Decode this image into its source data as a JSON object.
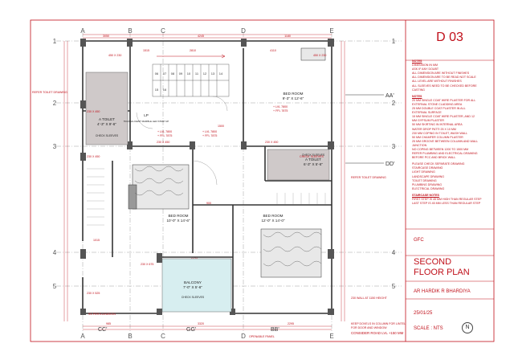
{
  "sheet": {
    "number": "D 03",
    "notes_title": "NOTES",
    "notes1": [
      "DIMENSION IN MM",
      "ASK IF ANY DOUBT",
      "ALL DIMENSION ARE WITHOUT FINISHES",
      "ALL DIMENSION ARE TO BE READ NOT SCALE",
      "ALL LEVEL ARE WITHOUT FINISHES",
      "ALL SLEEVES NEED TO BE CHECKED BEFORE",
      "CASTING"
    ],
    "notes2_title": "NOTES",
    "notes2": [
      "20 MM SINGLE COAT WIRE PLASTER FOR ALL",
      "EXTERNAL STONE CLADDING AREA",
      "25 MM DOUBLE COAT PLASTER IN ALL",
      "EXTERNAL SURFACE",
      "15 MM SINGLE COAT WIRE PLASTER, AND 12",
      "MM GYPSUM PLASTER",
      "50 MM SKIRTING IN INTERNAL AREA",
      "WATER DROP PATTI 25 X 10 MM",
      "230 MM COPING IN TOILET, WASH WALL",
      "50 MM CHAMFER COLUMN PLASTER",
      "25 MM GROOVE BETWEEN COLUMN AND WALL",
      "JUNCTION",
      "NO COPING BETWEEN 1200 TO 1500 MM",
      "REFER PLUMBING AND ELECTRICAL DRAWING",
      "BEFORE PCC AND BRICK WALL"
    ],
    "refer_list": [
      "PLEASE CHECK SEPARATE DRAWING",
      "STAIRCASE DRAWING",
      "LIGHT DRAWING",
      "LANDSCAPE DRAWING",
      "TOILET DRAWING",
      "PLUMBING DRAWING",
      "ELECTRICAL DRAWING"
    ],
    "stair_notes_title": "STAIRCASE NOTES",
    "stair_notes": [
      "FIRST STEP IS 45 MM HIGH THAN REGULAR STEP",
      "LAST STEP IS 45 MM LESS THAN REGULAR STEP"
    ],
    "gfc": "GFC",
    "title_line1": "SECOND",
    "title_line2": "FLOOR PLAN",
    "architect": "AR HARDIK R BHARDIYA",
    "date": "25/01/25",
    "scale": "SCALE : NTS",
    "north": "N"
  },
  "grid": {
    "cols_top": [
      "A",
      "B",
      "C",
      "D",
      "E"
    ],
    "cols_bottom": [
      "A",
      "B",
      "C",
      "D",
      "E"
    ],
    "rows_left": [
      "1",
      "2",
      "3",
      "4",
      "5"
    ],
    "rows_right": [
      "1",
      "2",
      "3",
      "4",
      "5"
    ]
  },
  "sections": {
    "aa": "AA'",
    "dd": "DD'",
    "cc": "CC'",
    "gg": "GG'",
    "bb": "BB'"
  },
  "rooms": {
    "toilet_a": {
      "name": "A TOILET",
      "size": "4'-3\" X 9'-6\"",
      "note": "CHECK SLEEVES"
    },
    "lp": {
      "name": "LP",
      "sub": "TRANSLUCENT MARBLE LED STRIP UP"
    },
    "bed1": {
      "name": "BED ROOM",
      "size": "9'-3\" X 12'-6\""
    },
    "toilet_b": {
      "name": "A TOILET",
      "size": "6'-3\" X 5'-6\"",
      "note": "CHECK SLEEVES"
    },
    "bed2": {
      "name": "BED ROOM",
      "size": "10'-0\" X 14'-6\""
    },
    "bed3": {
      "name": "BED ROOM",
      "size": "12'-0\" X 14'-0\""
    },
    "balcony": {
      "name": "BALCONY",
      "size": "7'-0\" X 5'-6\"",
      "note": "CHECK SLEEVES"
    }
  },
  "annotations": {
    "refer_toilet_left": "REFER TOILET DRAWING",
    "refer_toilet_right": "REFER TOILET DRAWING",
    "check_sleeves": "CHECK SLEEVES",
    "ffl1": "+ LVL 7800",
    "ffl2": "+ FFL 7875",
    "tag_450": "450 X 230",
    "tag_230_450": "230 X 450",
    "tag_230_525": "230 X 525",
    "tag_230_675": "230 X 675",
    "sill": "SS PER    ELEVATION",
    "wall_note": "230 WALL AT 1150 HEIGHT",
    "dowel_note1": "KEEP DOVELS IN COLUMN FOR LINTEL",
    "dowel_note2": "FOR DOOR AND WINDOW",
    "road_lvl": "CONSIDER ROAD LVL +150 MM",
    "openable": "OPENABLE PANEL"
  },
  "stair_numbers": [
    "06",
    "07",
    "08",
    "09",
    "10",
    "11",
    "12",
    "13",
    "14",
    "15",
    "16"
  ],
  "dims": [
    "3050",
    "4245",
    "1180",
    "1515",
    "2810",
    "4110",
    "1500",
    "900",
    "1015",
    "2295",
    "3320",
    "2295",
    "985"
  ]
}
